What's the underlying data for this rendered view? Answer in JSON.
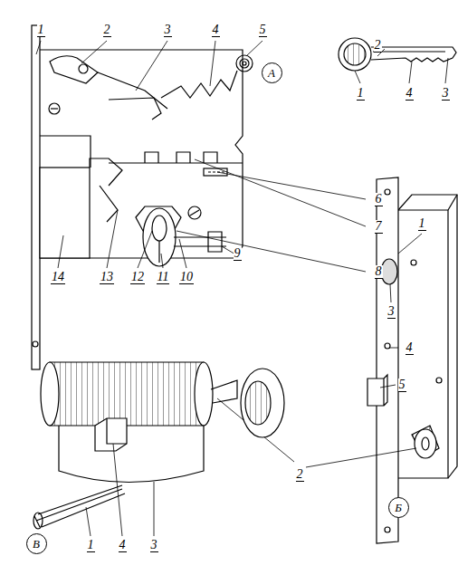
{
  "diagram": {
    "nodes": [
      {
        "text": [
          "А"
        ]
      },
      {
        "text": [
          "Б"
        ]
      },
      {
        "text": [
          "В"
        ]
      }
    ],
    "labels": [
      "1",
      "2",
      "3",
      "4",
      "5",
      "6",
      "7",
      "8",
      "9",
      "10",
      "11",
      "12",
      "13",
      "14",
      "2",
      "1",
      "4",
      "3",
      "1",
      "3",
      "4",
      "5",
      "2",
      "1",
      "4",
      "3"
    ]
  }
}
